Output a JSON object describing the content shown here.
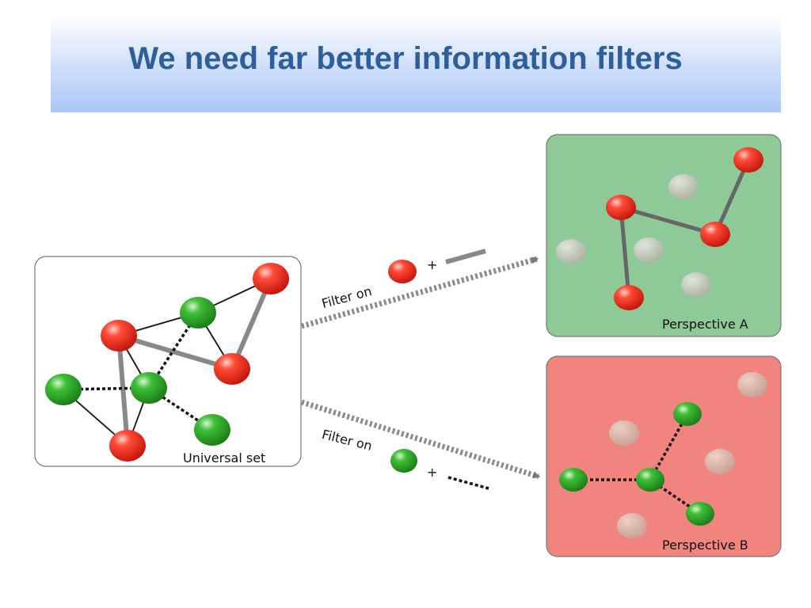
{
  "slide": {
    "title": "We need far better information filters"
  },
  "panels": {
    "universal": {
      "label": "Universal set"
    },
    "perspective_a": {
      "label": "Perspective A",
      "color": "#8dca97"
    },
    "perspective_b": {
      "label": "Perspective B",
      "color": "#f28480"
    }
  },
  "filters": {
    "top": {
      "label": "Filter on",
      "plus": "+"
    },
    "bottom": {
      "label": "Filter on",
      "plus": "+"
    }
  },
  "colors": {
    "title": "#2e5f9c",
    "red_node": "#e8271c",
    "green_node": "#2f9e2c",
    "gray_node": "#b9c2b0"
  }
}
